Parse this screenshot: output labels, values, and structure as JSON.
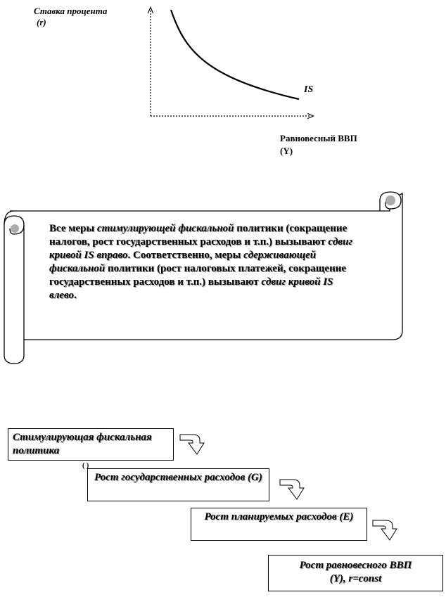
{
  "graph": {
    "y_label_line1": "Ставка процента",
    "y_label_line2": "(r)",
    "x_label_line1": "Равновесный ВВП",
    "x_label_line2": "(Y)",
    "curve_label": "IS"
  },
  "scroll": {
    "p1": "Все меры ",
    "p2": "стимулирующей фискальной",
    "p3": " политики (сокращение налогов, рост государственных расходов и т.п.) вызывают ",
    "p4": "сдвиг кривой IS вправо",
    "p5": ". Соответственно, меры ",
    "p6": "сдерживающей фискальной",
    "p7": " политики (рост налоговых платежей, сокращение государственных расходов и т.п.) вызывают ",
    "p8": "сдвиг кривой IS влево",
    "p9": "."
  },
  "flow": {
    "step1": "Стимулирующая фискальная политика",
    "step2": "Рост государственных расходов (G)",
    "step3": "Рост планируемых расходов (E)",
    "step4_line1": "Рост равновесного ВВП",
    "step4_line2": "(Y), r=const",
    "stray": "( )"
  }
}
